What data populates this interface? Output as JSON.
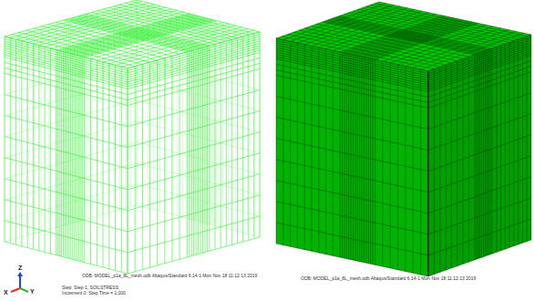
{
  "diagram": {
    "labels": [
      "Z",
      "X",
      "Y",
      "Step: Step-1, SOILSTRESS",
      "Increment 0: Step Time = 1.000",
      "ODB: MODEL_p1a_8L_mesh.odb  Abaqus/Standard 6.14-1  Mon Nov 18 11:12:13 2019",
      "ODB: MODEL_p1a_8L_mesh.odb  Abaqus/Standard 6.14-1  Mon Nov 18 11:12:13 2019"
    ]
  }
}
